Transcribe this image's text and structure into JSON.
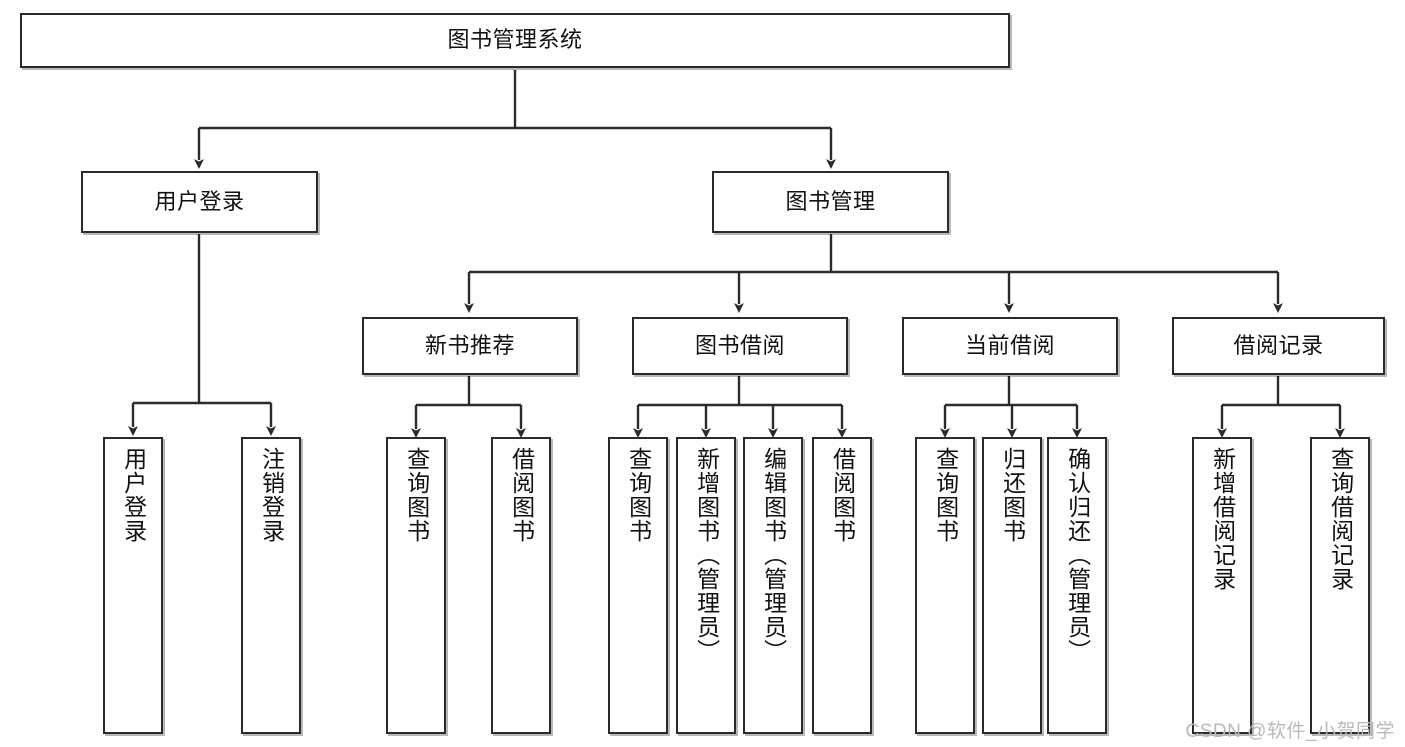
{
  "diagram": {
    "type": "tree-hierarchy",
    "title": "图书管理系统",
    "orientation": "top-down",
    "colors": {
      "node_border": "#2b2b2b",
      "node_fill": "#ffffff",
      "edge": "#2b2b2b",
      "text": "#111111",
      "watermark": "#b9b9b9",
      "background": "#ffffff"
    },
    "levels": {
      "root": {
        "label": "图书管理系统"
      },
      "level2": [
        {
          "label": "用户登录"
        },
        {
          "label": "图书管理"
        }
      ],
      "level3": [
        {
          "label": "新书推荐"
        },
        {
          "label": "图书借阅"
        },
        {
          "label": "当前借阅"
        },
        {
          "label": "借阅记录"
        }
      ],
      "leaves": {
        "user_login": [
          {
            "label": "用户登录"
          },
          {
            "label": "注销登录"
          }
        ],
        "new_book_recommend": [
          {
            "label": "查询图书"
          },
          {
            "label": "借阅图书"
          }
        ],
        "book_borrow": [
          {
            "label": "查询图书"
          },
          {
            "label": "新增图书（管理员）"
          },
          {
            "label": "编辑图书（管理员）"
          },
          {
            "label": "借阅图书"
          }
        ],
        "current_borrow": [
          {
            "label": "查询图书"
          },
          {
            "label": "归还图书"
          },
          {
            "label": "确认归还（管理员）"
          }
        ],
        "borrow_record": [
          {
            "label": "新增借阅记录"
          },
          {
            "label": "查询借阅记录"
          }
        ]
      }
    }
  },
  "watermark": {
    "text": "CSDN @软件_小贺同学"
  }
}
